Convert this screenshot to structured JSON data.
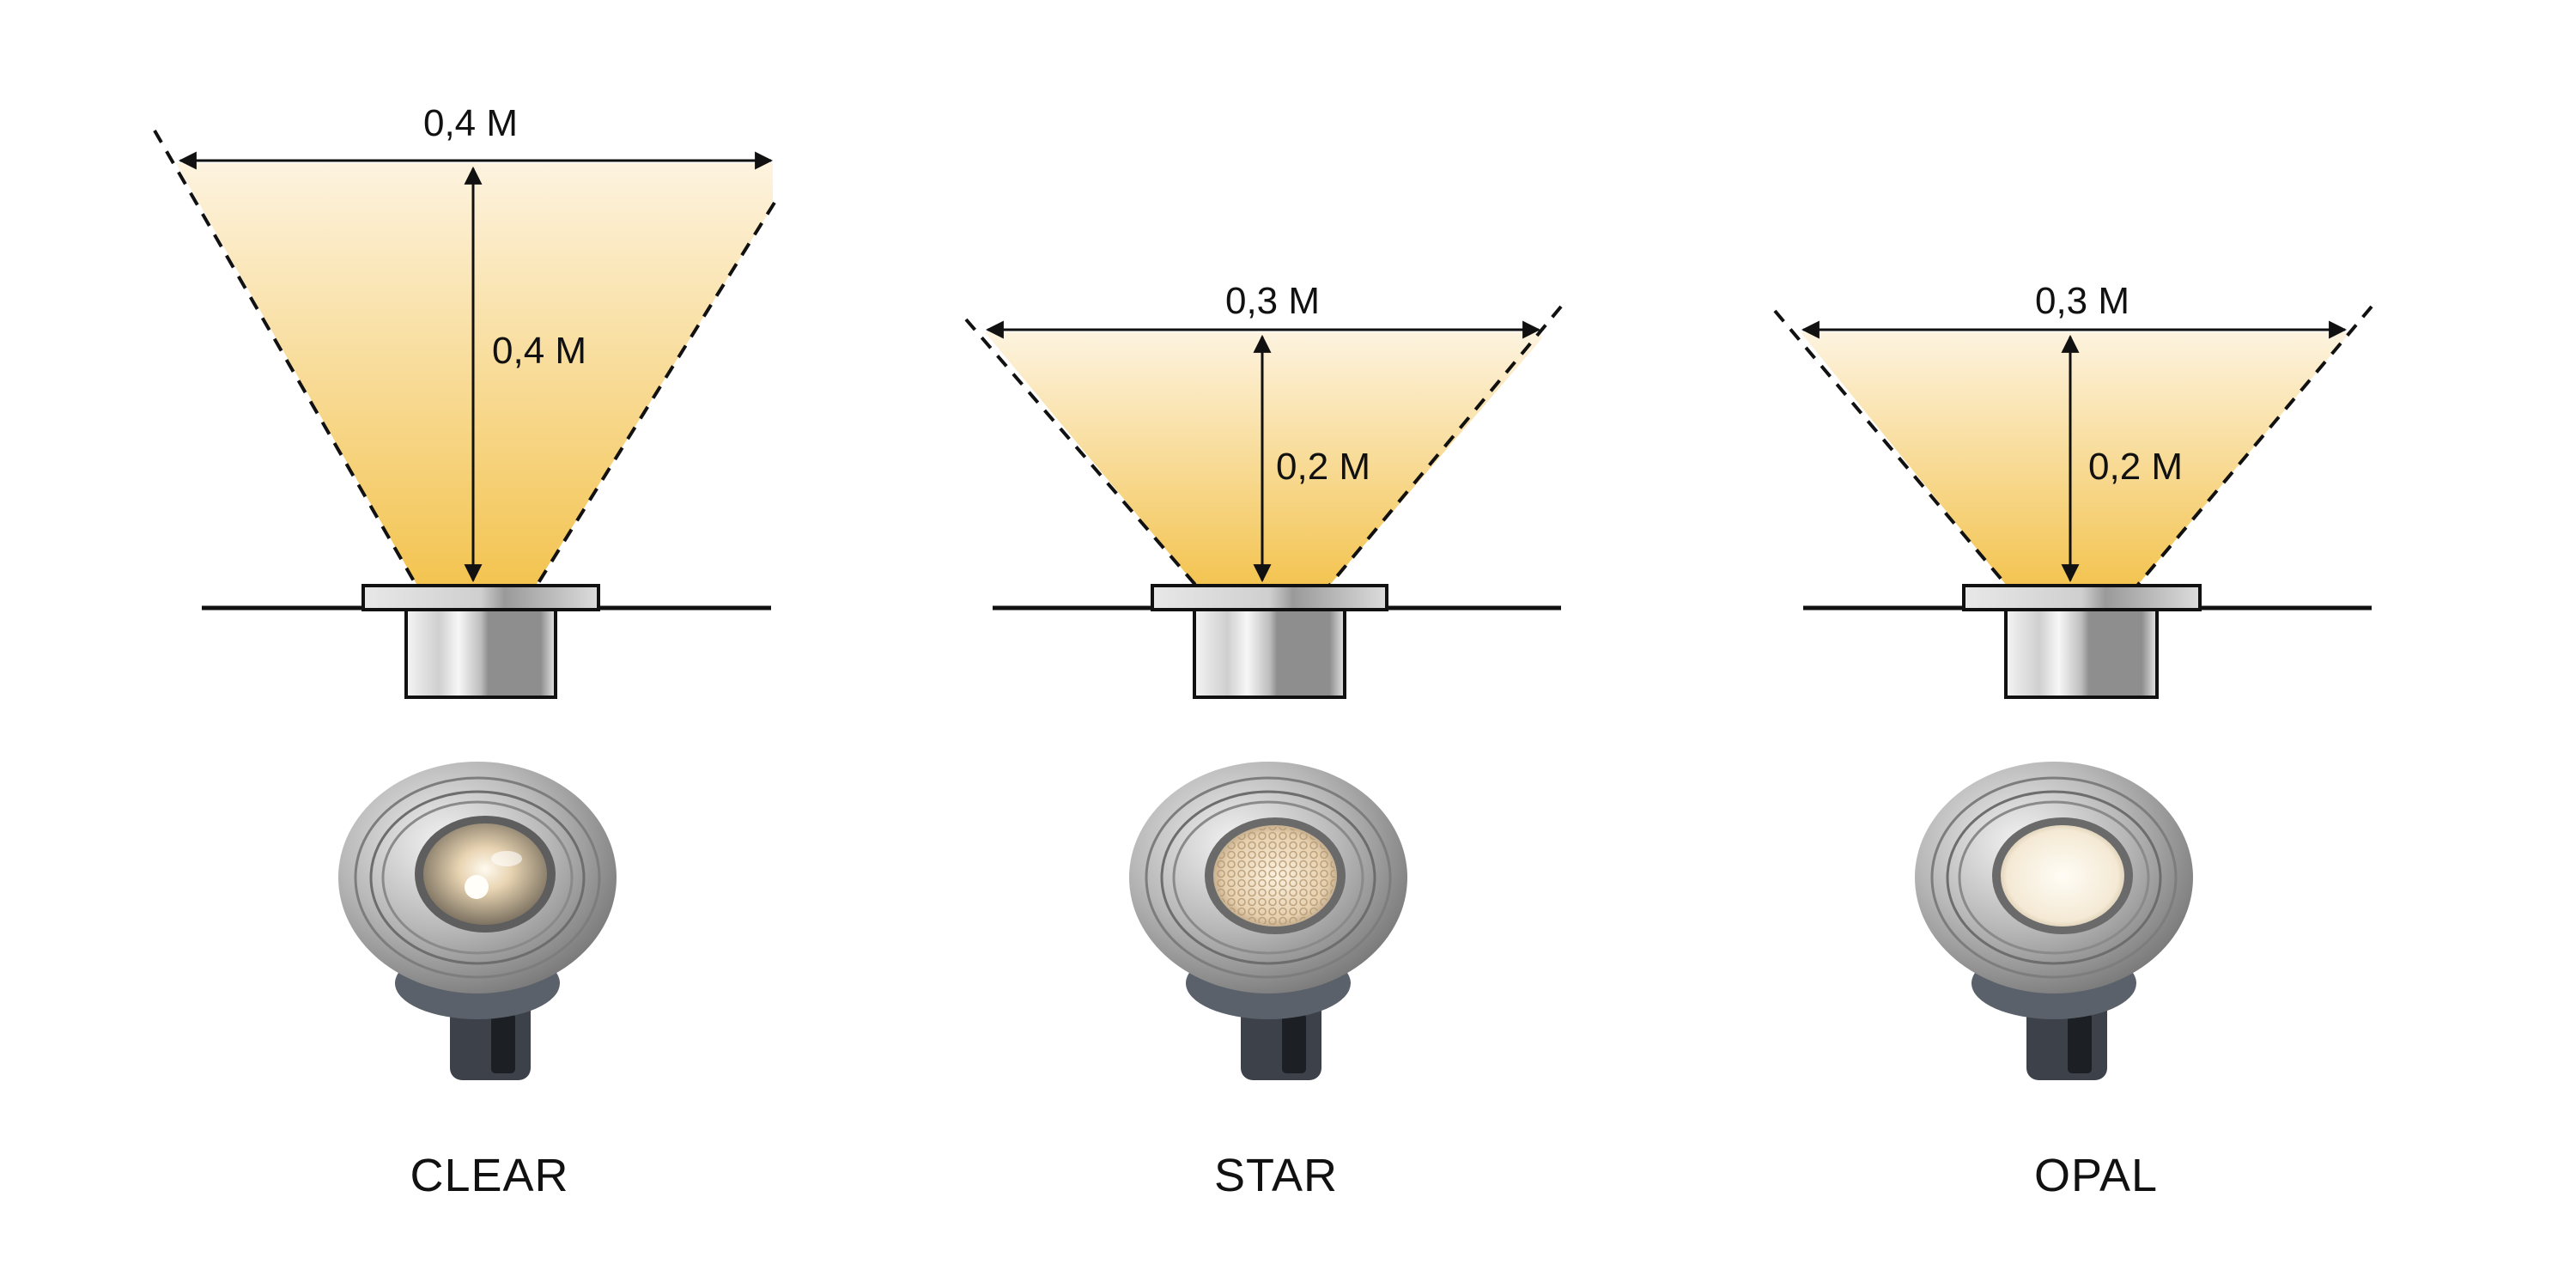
{
  "colors": {
    "beam_top": "#fdf3df",
    "beam_bottom": "#f3c451",
    "line": "#111111",
    "steel_light": "#d9d9d9",
    "steel_dark": "#8c8c8c"
  },
  "fixtures": [
    {
      "name": "CLEAR",
      "width_label": "0,4 M",
      "depth_label": "0,4 M",
      "lens": "clear-lens"
    },
    {
      "name": "STAR",
      "width_label": "0,3 M",
      "depth_label": "0,2 M",
      "lens": "star-lens"
    },
    {
      "name": "OPAL",
      "width_label": "0,3 M",
      "depth_label": "0,2 M",
      "lens": "opal-lens"
    }
  ]
}
